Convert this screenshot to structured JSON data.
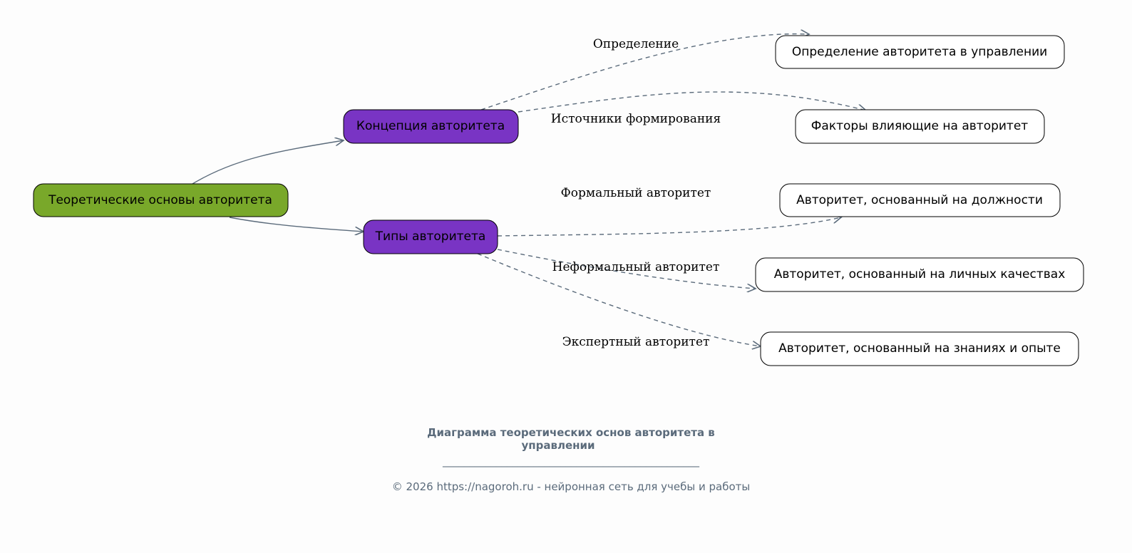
{
  "nodes": {
    "root": "Теоретические основы авторитета",
    "concept": "Концепция авторитета",
    "types": "Типы авторитета",
    "definition": "Определение авторитета в управлении",
    "factors": "Факторы влияющие на авторитет",
    "formal": "Авторитет, основанный на должности",
    "informal": "Авторитет, основанный на личных качествах",
    "expert": "Авторитет, основанный на знаниях и опыте"
  },
  "edge_labels": {
    "definition": "Определение",
    "sources": "Источники формирования",
    "formal": "Формальный авторитет",
    "informal": "Неформальный авторитет",
    "expert": "Экспертный авторитет"
  },
  "colors": {
    "root": "#79a82a",
    "branch": "#7934c4",
    "leaf": "#ffffff",
    "edge": "#5b6b7b"
  },
  "footer": {
    "title_line1": "Диаграмма теоретических основ авторитета в",
    "title_line2": "управлении",
    "divider": "________________________________________________",
    "copyright": "© 2026 https://nagoroh.ru - нейронная сеть для учебы и работы"
  }
}
